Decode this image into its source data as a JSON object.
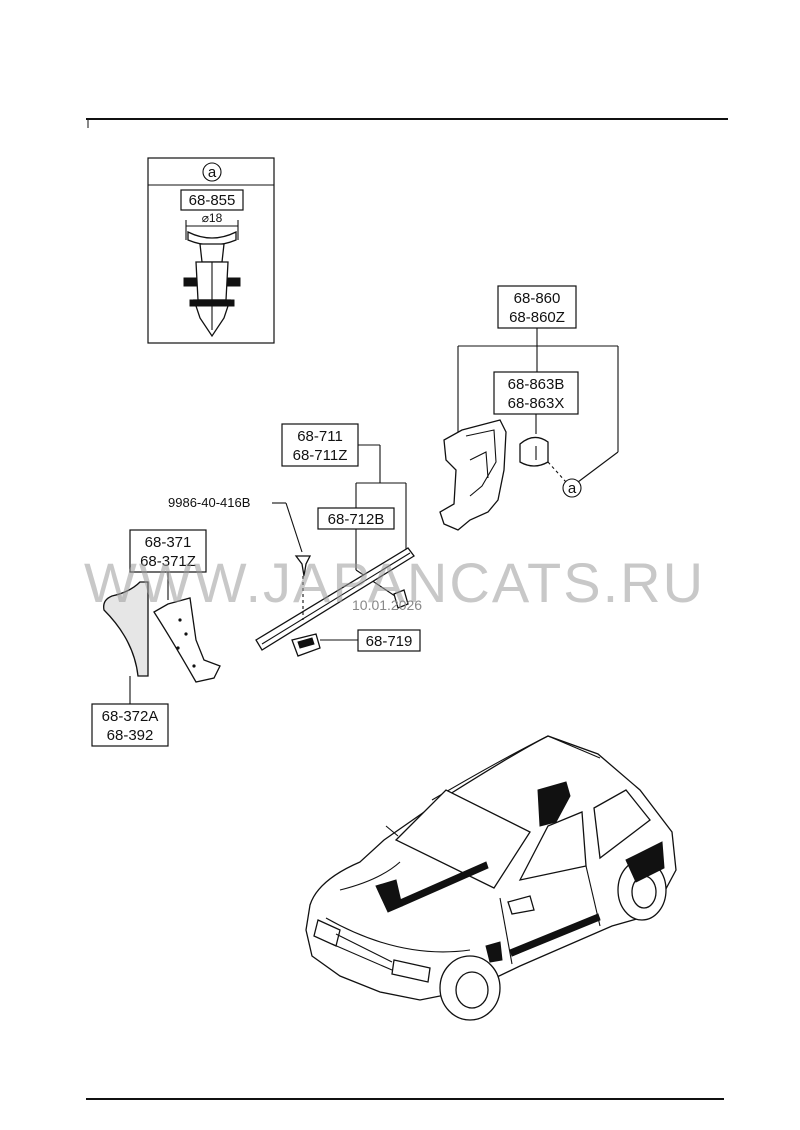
{
  "detail_callout": "a",
  "detail_part": "68-855",
  "detail_dimension": "⌀18",
  "labels": {
    "p68_860": "68-860",
    "p68_860z": "68-860Z",
    "p68_863b": "68-863B",
    "p68_863x": "68-863X",
    "callout_a": "a",
    "p68_711": "68-711",
    "p68_711z": "68-711Z",
    "p68_712b": "68-712B",
    "p9986": "9986-40-416B",
    "p68_371": "68-371",
    "p68_371z": "68-371Z",
    "p68_719": "68-719",
    "p68_372a": "68-372A",
    "p68_392": "68-392"
  },
  "watermark": "WWW.JAPANCATS.RU",
  "date_stamp": "10.01.2026"
}
